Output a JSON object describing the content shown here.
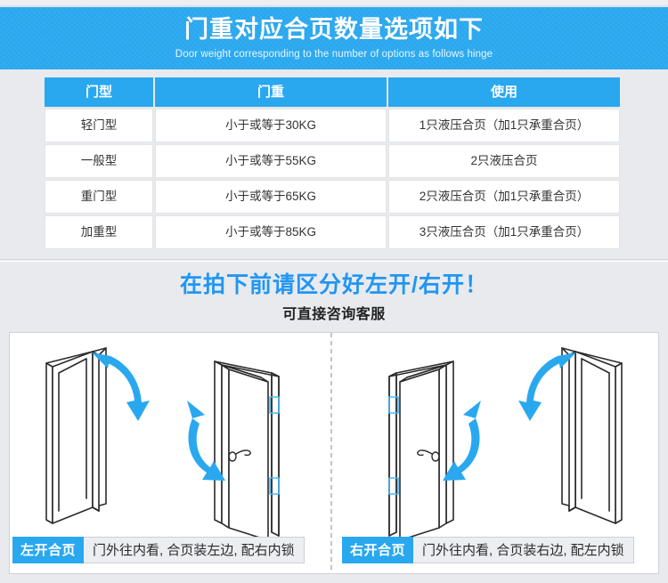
{
  "banner": {
    "title": "门重对应合页数量选项如下",
    "subtitle": "Door weight corresponding to the number of options as follows hinge",
    "bg_color": "#29a8ef"
  },
  "table": {
    "headers": [
      "门型",
      "门重",
      "使用"
    ],
    "rows": [
      [
        "轻门型",
        "小于或等于30KG",
        "1只液压合页（加1只承重合页）"
      ],
      [
        "一般型",
        "小于或等于55KG",
        "2只液压合页"
      ],
      [
        "重门型",
        "小于或等于65KG",
        "2只液压合页（加1只承重合页）"
      ],
      [
        "加重型",
        "小于或等于85KG",
        "3只液压合页（加1只承重合页）"
      ]
    ],
    "header_bg": "#29a8ef",
    "header_color": "#ffffff",
    "cell_bg": "#ffffff"
  },
  "middle": {
    "heading": "在拍下前请区分好左开/右开！",
    "heading_color": "#2196f3",
    "subheading": "可直接咨询客服"
  },
  "illustration": {
    "left_panel": {
      "badge": "左开合页",
      "description": "门外往内看, 合页装左边, 配右内锁",
      "arrow_color": "#2aa8ef",
      "hinge_color": "#4cb8f5"
    },
    "right_panel": {
      "badge": "右开合页",
      "description": "门外往内看, 合页装右边, 配左内锁",
      "arrow_color": "#2aa8ef",
      "hinge_color": "#4cb8f5"
    }
  }
}
